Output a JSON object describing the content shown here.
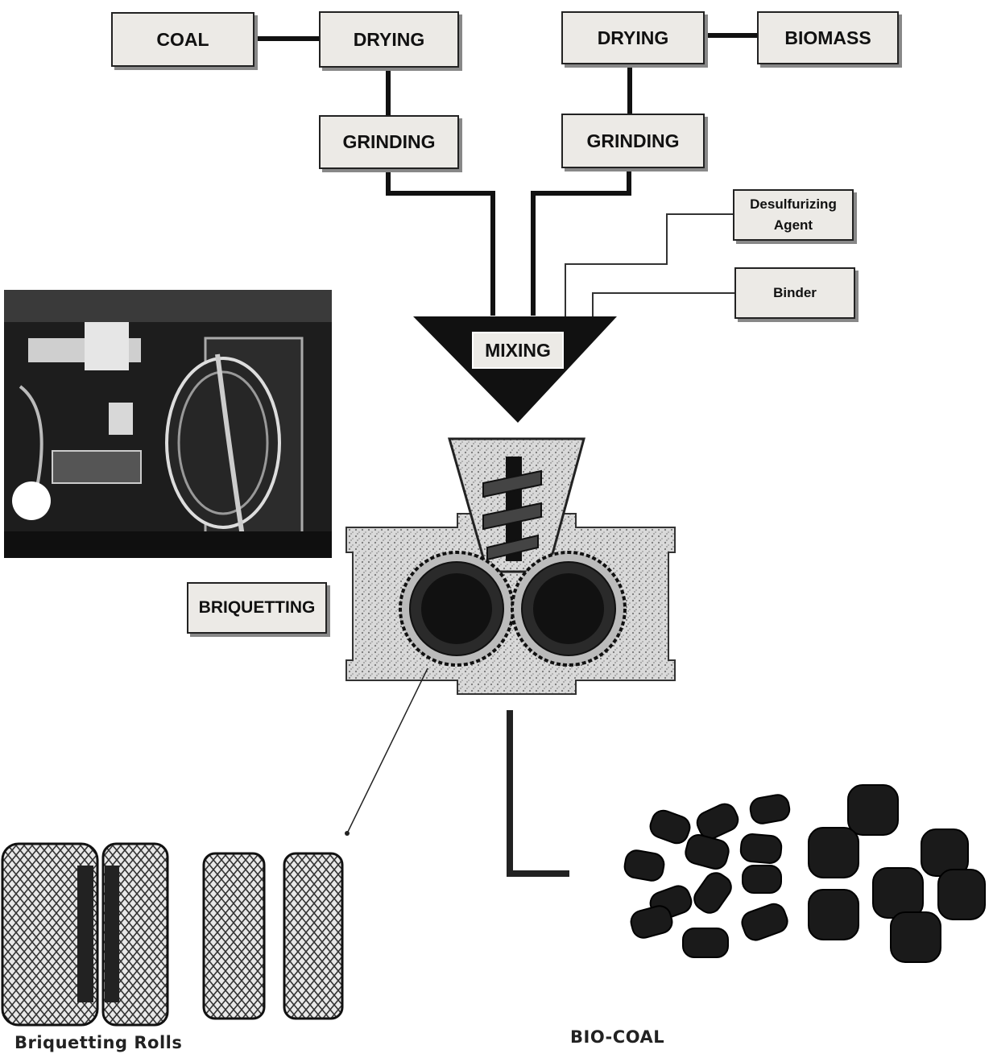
{
  "title": "",
  "steps": {
    "coal": "COAL",
    "drying_coal": "DRYING",
    "grinding_coal": "GRINDING",
    "drying_biomass": "DRYING",
    "biomass": "BIOMASS",
    "grinding_biomass": "GRINDING",
    "desulfurizing_line1": "Desulfurizing",
    "desulfurizing_line2": "Agent",
    "binder": "Binder",
    "mixing": "MIXING",
    "briquetting": "BRIQUETTING"
  },
  "captions": {
    "rolls": "Briquetting Rolls",
    "product": "BIO-COAL"
  },
  "icons": [
    "machine-photo",
    "briquetting-press-icon",
    "briquetting-rolls-icon",
    "bio-coal-briquettes-icon"
  ]
}
